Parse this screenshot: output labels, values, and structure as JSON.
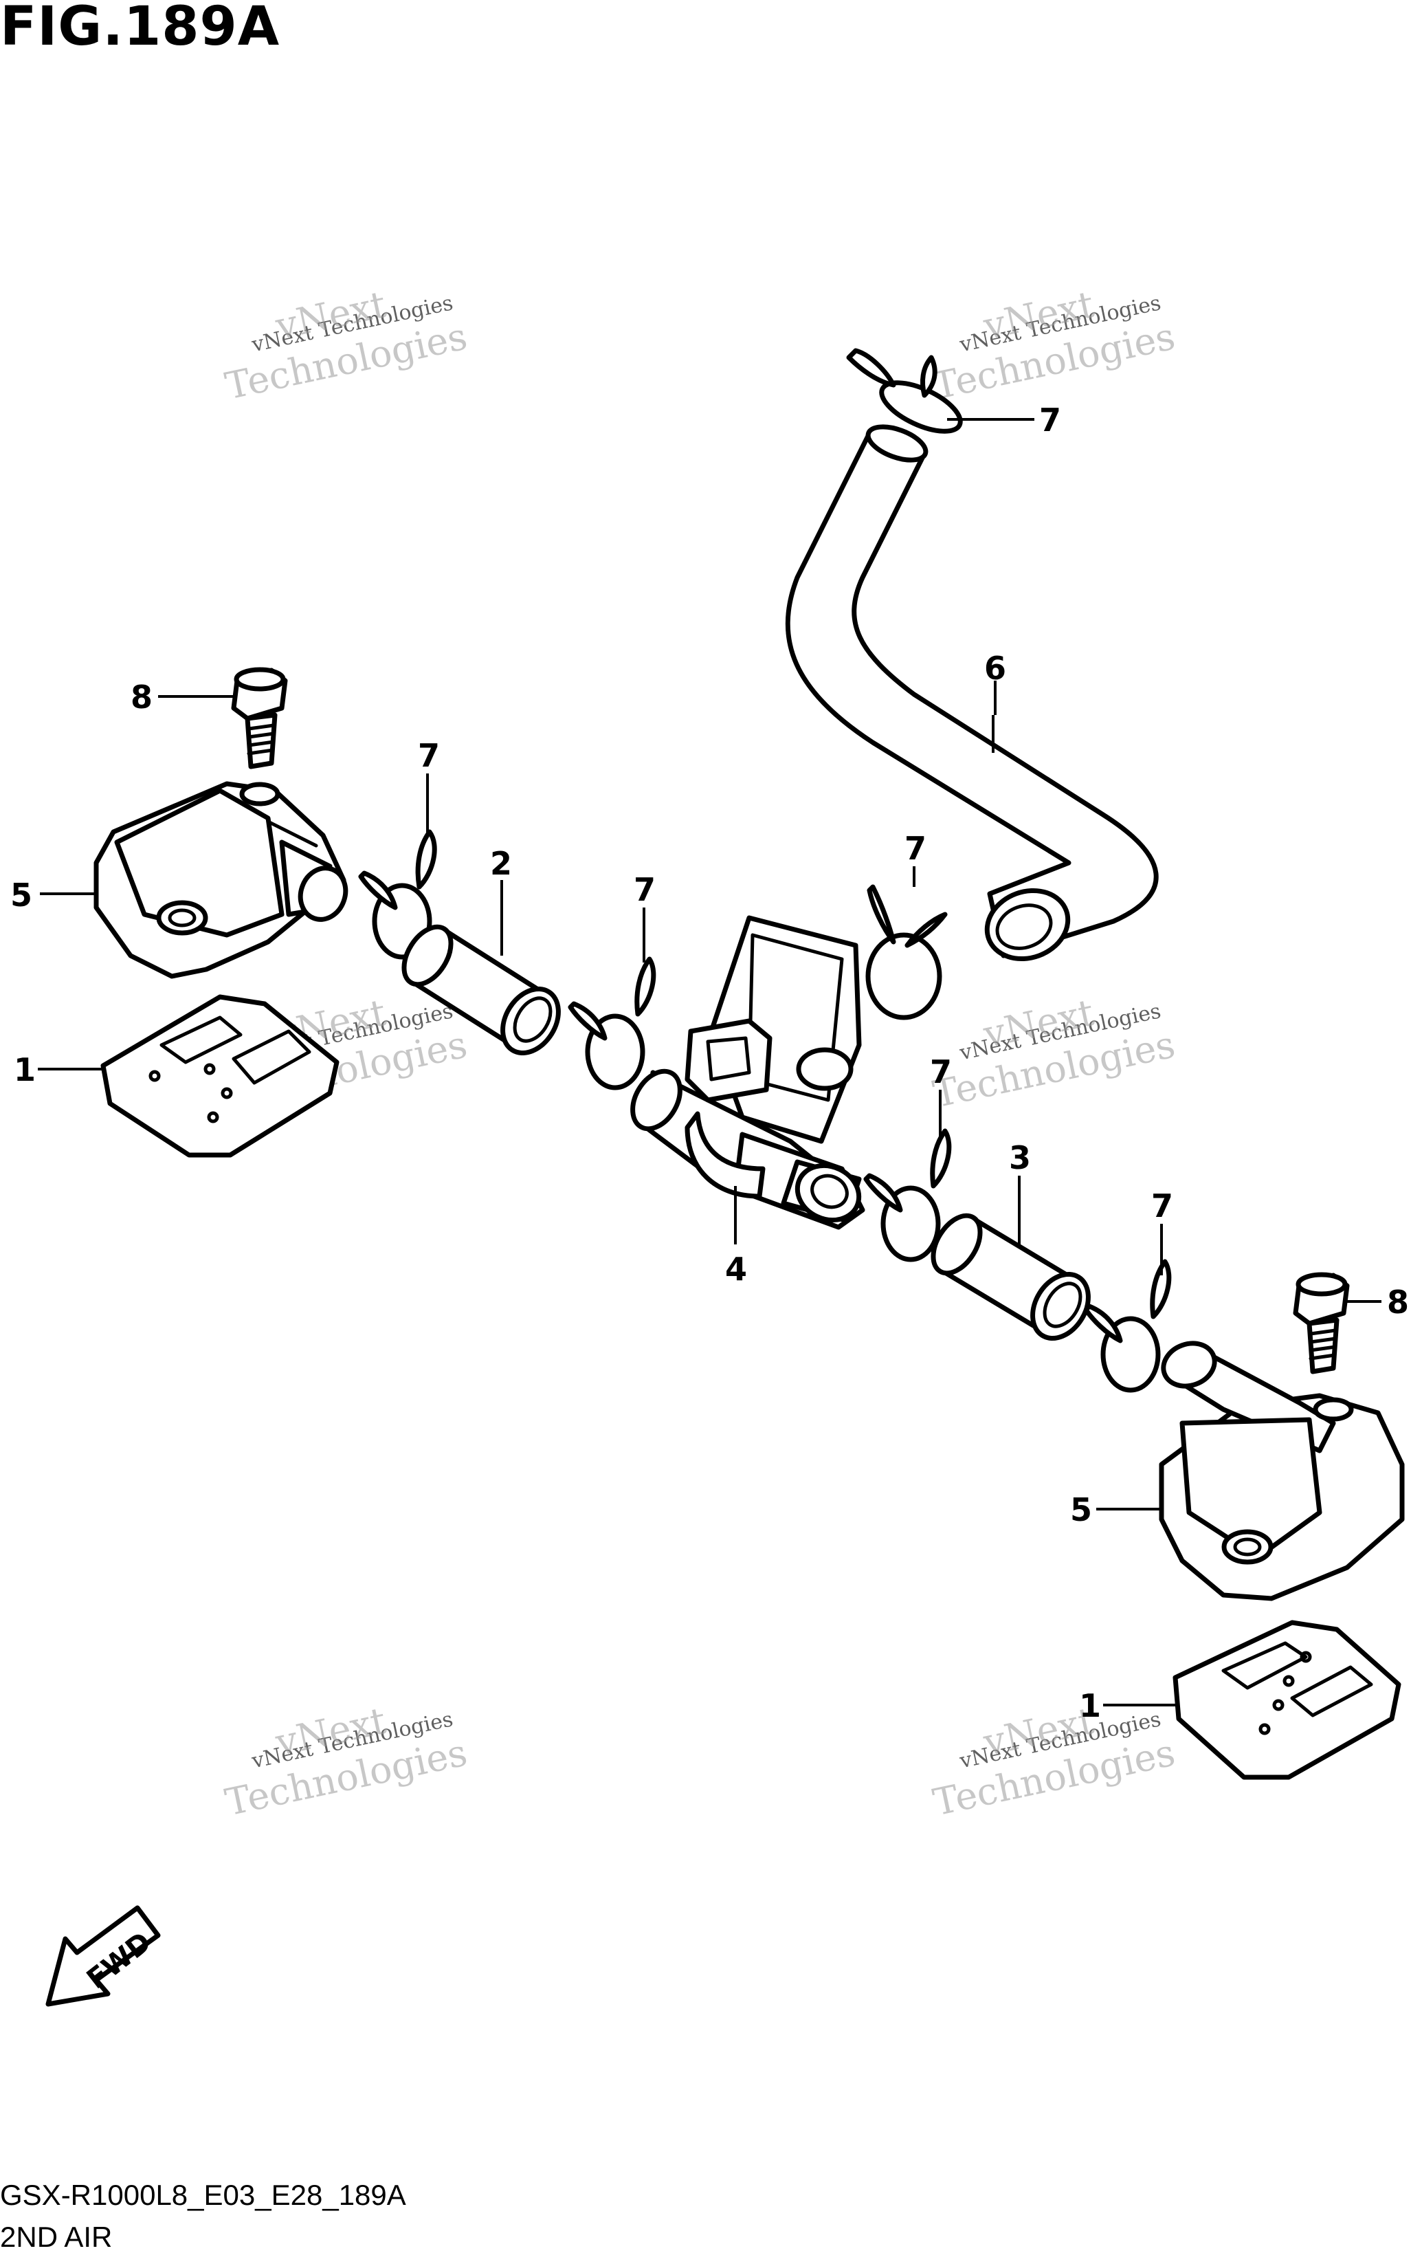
{
  "figure": {
    "title": "FIG.189A",
    "model_code": "GSX-R1000L8_E03_E28_189A",
    "section_name": "2ND AIR",
    "fwd_label": "FWD"
  },
  "callouts": [
    "1",
    "2",
    "3",
    "4",
    "5",
    "6",
    "7",
    "8"
  ],
  "watermark": {
    "line1": "vNext Technologies",
    "line2": "vNext",
    "line3": "Technologies"
  }
}
